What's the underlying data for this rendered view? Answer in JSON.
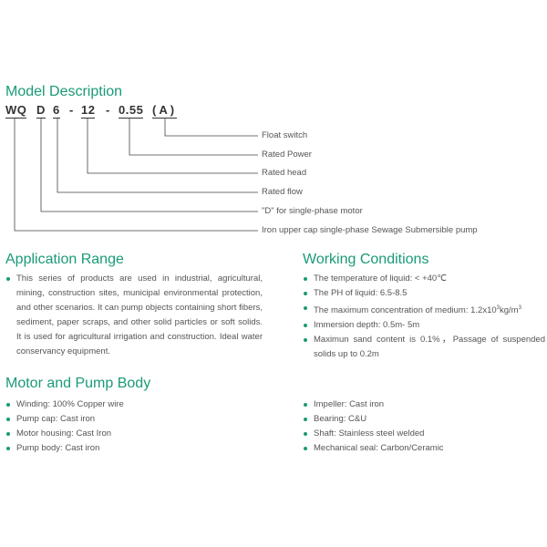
{
  "model": {
    "title": "Model Description",
    "code_parts": [
      "WQ",
      "D",
      "6",
      "-",
      "12",
      "-",
      "0.55",
      "(A)"
    ],
    "labels": [
      "Float switch",
      "Rated Power",
      "Rated head",
      "Rated flow",
      "\"D\" for single-phase motor",
      "Iron upper cap single-phase Sewage Submersible pump"
    ]
  },
  "application": {
    "title": "Application Range",
    "text": "This series of products are used in industrial, agricultural, mining, construction sites, municipal environmental protection, and other scenarios. It can pump objects containing short fibers, sediment, paper scraps, and other solid particles or soft solids. It is used for agricultural irrigation and construction. Ideal water conservancy equipment."
  },
  "working": {
    "title": "Working Conditions",
    "items": [
      "The temperature of liquid: < +40℃",
      "The PH of liquid: 6.5-8.5",
      "The maximum concentration of medium: 1.2x10",
      "Immersion depth: 0.5m- 5m",
      "Maximun  sand  content is 0.1%，Passage of  suspended solids up to 0.2m"
    ],
    "conc_exp": "3",
    "conc_unit": "kg/m",
    "conc_unit_exp": "3"
  },
  "motor": {
    "title": "Motor and Pump Body",
    "left": [
      "Winding: 100% Copper wire",
      "Pump cap: Cast iron",
      "Motor housing: Cast Iron",
      "Pump body: Cast iron"
    ],
    "right": [
      "Impeller: Cast iron",
      "Bearing: C&U",
      "Shaft: Stainless steel welded",
      "Mechanical seal: Carbon/Ceramic"
    ]
  },
  "colors": {
    "accent": "#1a9a78",
    "text": "#555555"
  }
}
